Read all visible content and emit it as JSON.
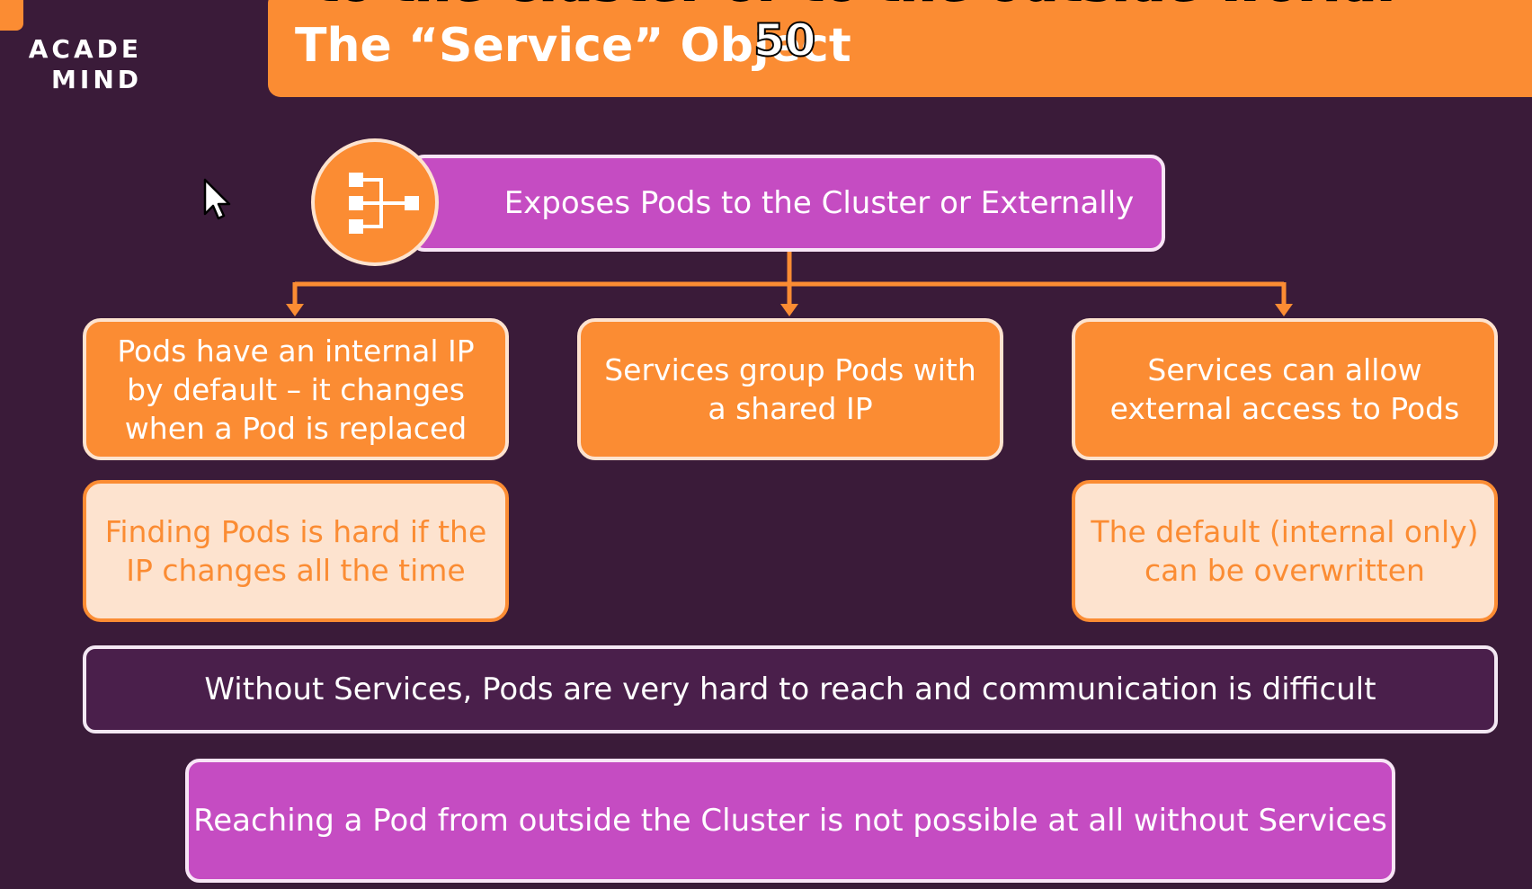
{
  "header": {
    "logo_line1": "ACADE",
    "logo_line2": "MIND",
    "subtitle": "to the Cluster or to the outside world.",
    "title": "The “Service” Object",
    "counter": "50"
  },
  "diagram": {
    "top_node": "Exposes Pods to the Cluster or Externally",
    "icon": "hierarchy-icon",
    "branches": [
      "Pods have an internal IP by default – it changes when a Pod is replaced",
      "Services group Pods with a shared IP",
      "Services can allow external access to Pods"
    ],
    "details": [
      "Finding Pods is hard if the IP changes all the time",
      "The default (internal only) can be overwritten"
    ],
    "summary_1": "Without Services, Pods are very hard to reach and communication is difficult",
    "summary_2": "Reaching a Pod from outside the Cluster is not possible at all without Services"
  },
  "colors": {
    "background": "#3a1b39",
    "orange": "#fb8c33",
    "light_orange": "#fde3cf",
    "magenta": "#c54cc2",
    "dark_purple": "#4a1f4b"
  }
}
